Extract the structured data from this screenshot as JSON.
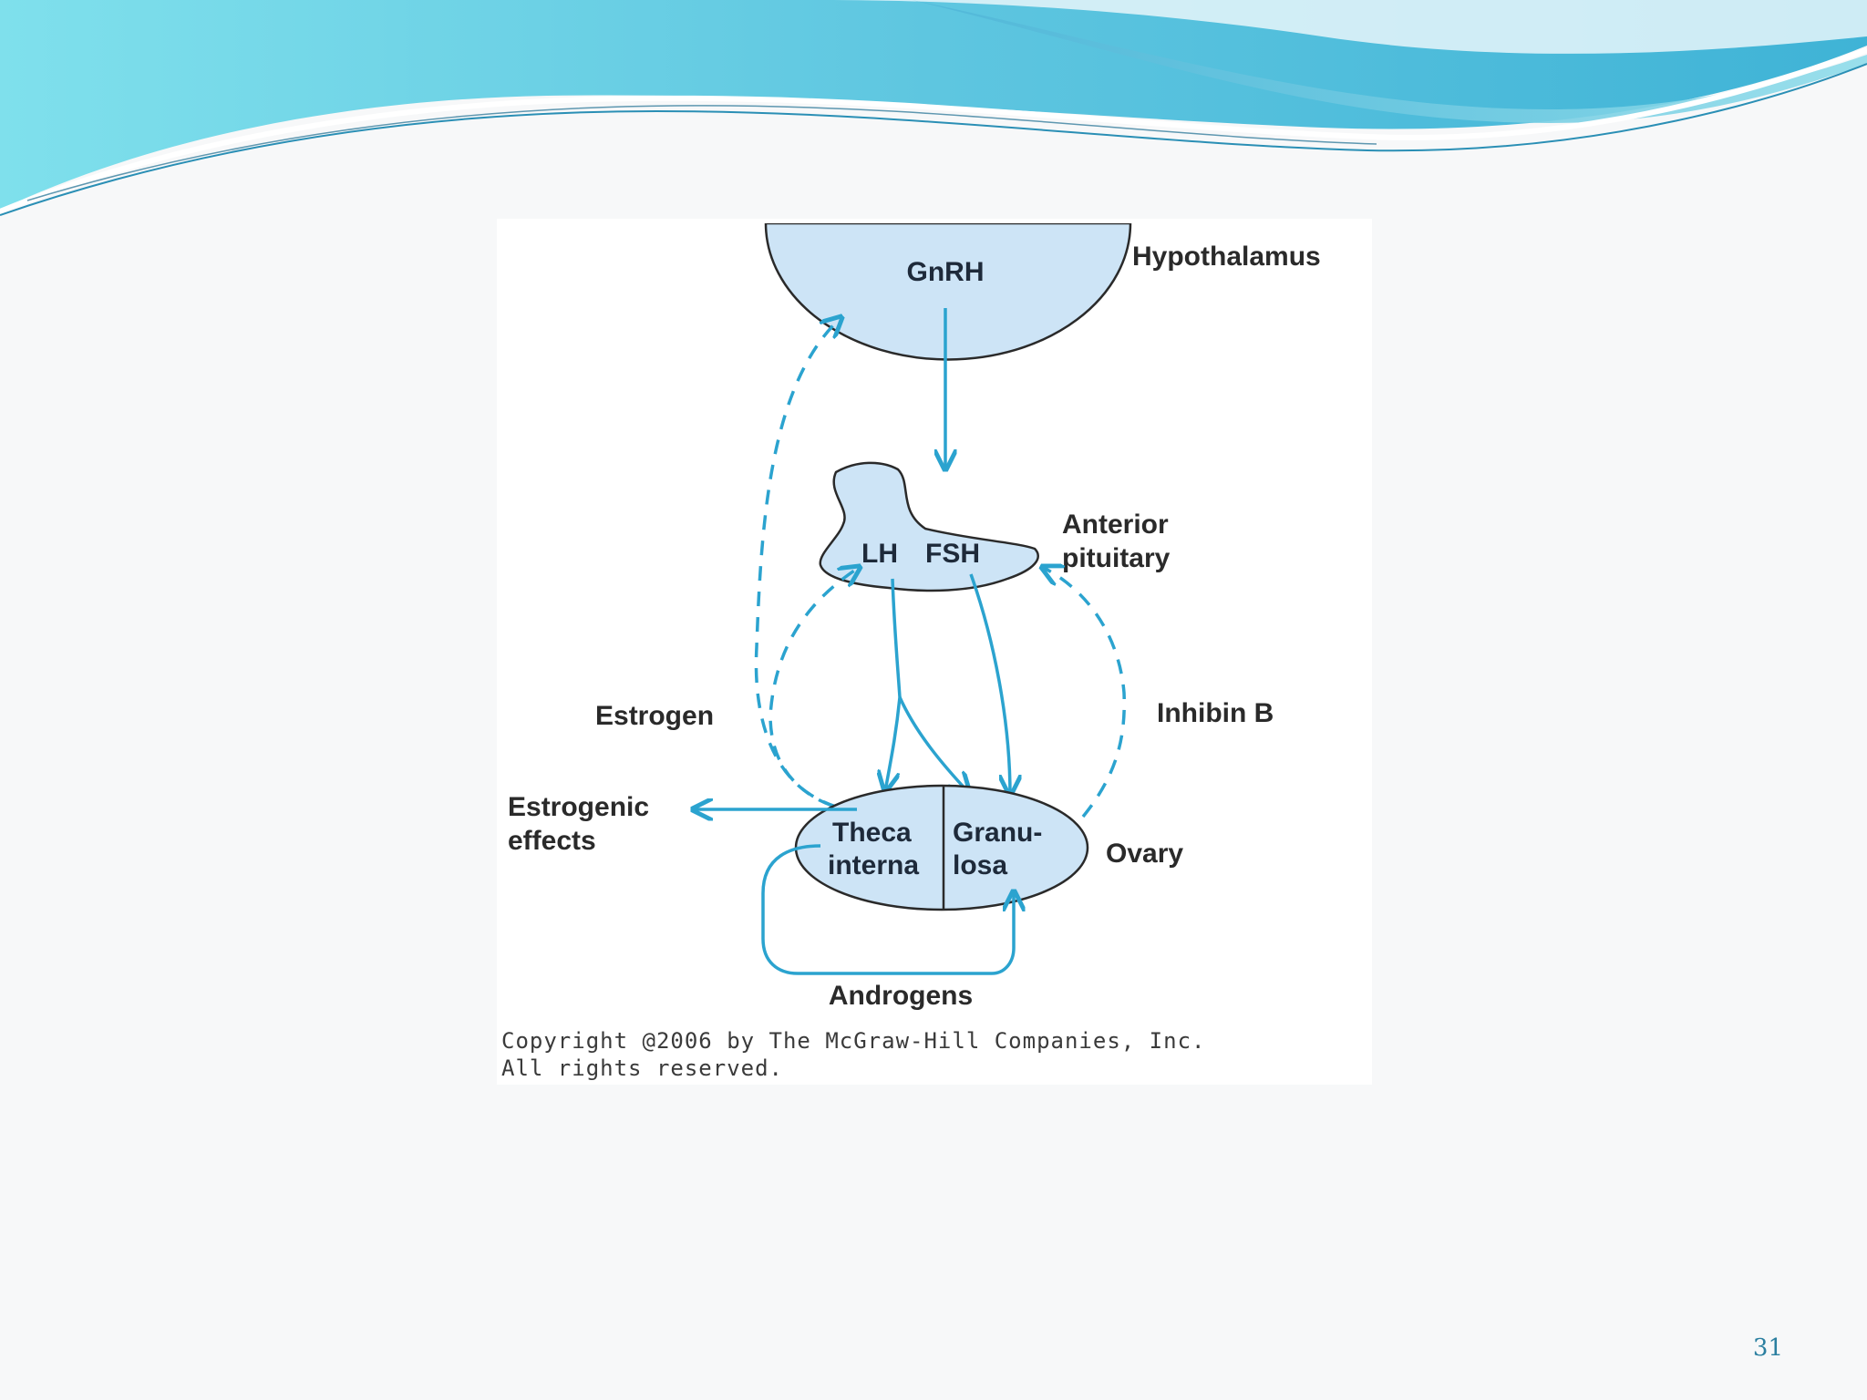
{
  "figure": {
    "labels": {
      "gnrh": "GnRH",
      "hypothalamus": "Hypothalamus",
      "lh": "LH",
      "fsh": "FSH",
      "anterior": "Anterior",
      "pituitary": "pituitary",
      "estrogen": "Estrogen",
      "inhibin_b": "Inhibin B",
      "estrogenic": "Estrogenic",
      "effects": "effects",
      "theca": "Theca",
      "interna": "interna",
      "granu": "Granu-",
      "losa": "losa",
      "ovary": "Ovary",
      "androgens": "Androgens"
    },
    "copyright_line1": "Copyright @2006 by The McGraw-Hill Companies, Inc.",
    "copyright_line2": "All rights reserved."
  },
  "slide": {
    "page_number": "31"
  },
  "colors": {
    "arrow_blue": "#2ba3cf",
    "gland_fill": "#cde4f6",
    "outline": "#2a2a2a",
    "header_teal": "#66cde0",
    "page_number": "#2b7fa0"
  }
}
